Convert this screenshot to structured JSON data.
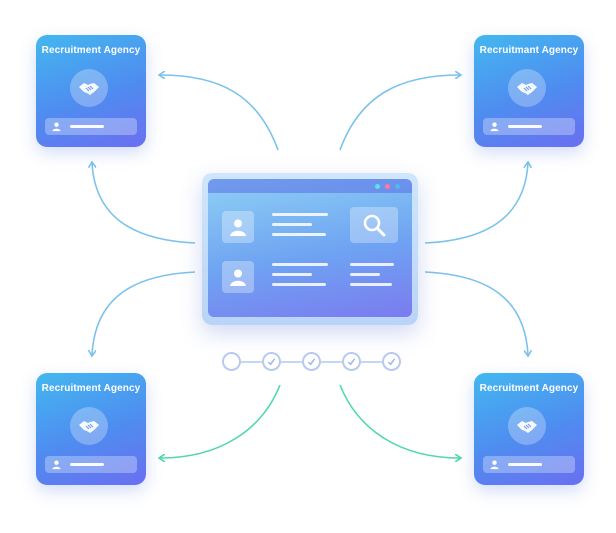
{
  "agencies": [
    {
      "title": "Recruitment Agency",
      "icon": "handshake-icon"
    },
    {
      "title": "Recruitmant Agency",
      "icon": "handshake-icon"
    },
    {
      "title": "Recruitment Agency",
      "icon": "handshake-icon"
    },
    {
      "title": "Recruitment Agency",
      "icon": "handshake-icon"
    }
  ],
  "platform": {
    "icons": [
      "user-avatar-icon",
      "user-avatar-icon",
      "search-icon"
    ],
    "window_dots": [
      "#5ee0e6",
      "#ff7a9a",
      "#52b6f4"
    ]
  },
  "progress": {
    "steps": 5,
    "completed": 4
  },
  "colors": {
    "card_gradient": [
      "#43b8ef",
      "#6a6ff0"
    ],
    "arrow_blue": "#7cc2ec",
    "arrow_green": "#4fd9a8"
  }
}
